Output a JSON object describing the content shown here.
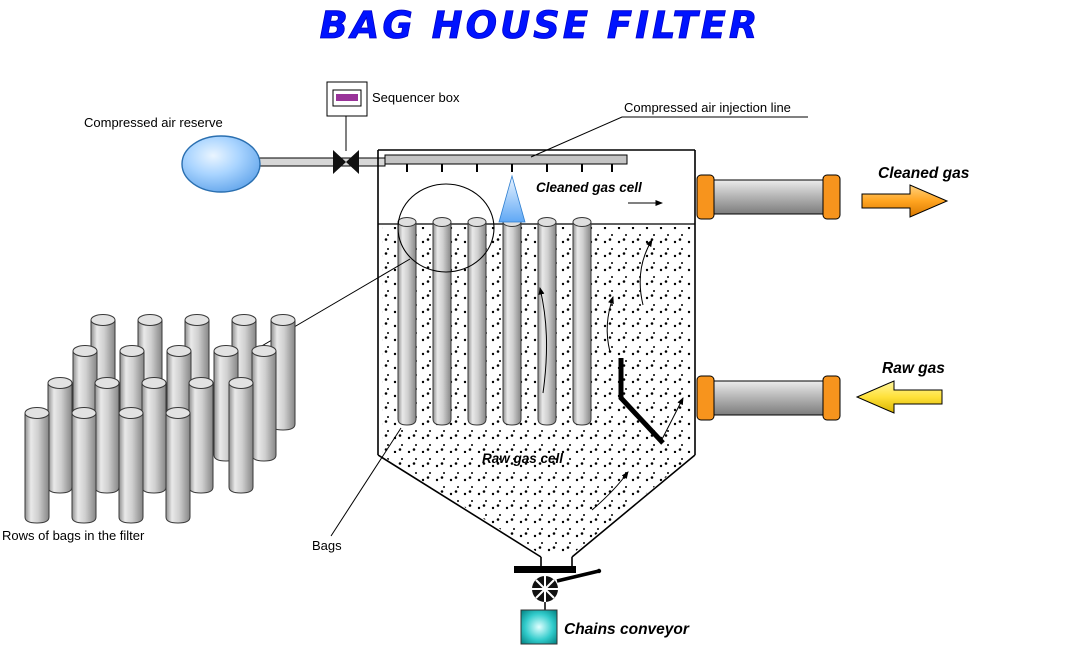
{
  "title": "BAG HOUSE FILTER",
  "labels": {
    "sequencer_box": "Sequencer box",
    "compressed_air_reserve": "Compressed air reserve",
    "compressed_air_injection_line": "Compressed air injection line",
    "cleaned_gas_cell": "Cleaned gas cell",
    "cleaned_gas": "Cleaned gas",
    "raw_gas": "Raw gas",
    "raw_gas_cell": "Raw gas cell",
    "rows_of_bags": "Rows of bags in the filter",
    "bags": "Bags",
    "chains_conveyor": "Chains conveyor"
  },
  "colors": {
    "title_blue": "#0013ff",
    "tank_blue": "#8cc6ff",
    "flange_orange": "#f7941d",
    "cleaned_arrow_orange": "#ffa420",
    "raw_arrow_yellow": "#ffe13a",
    "spray_blue": "#5fa8f5",
    "conveyor_teal": "#00a6a6",
    "bag_gray": "#c8c8c8",
    "sequencer_purple": "#993399"
  }
}
